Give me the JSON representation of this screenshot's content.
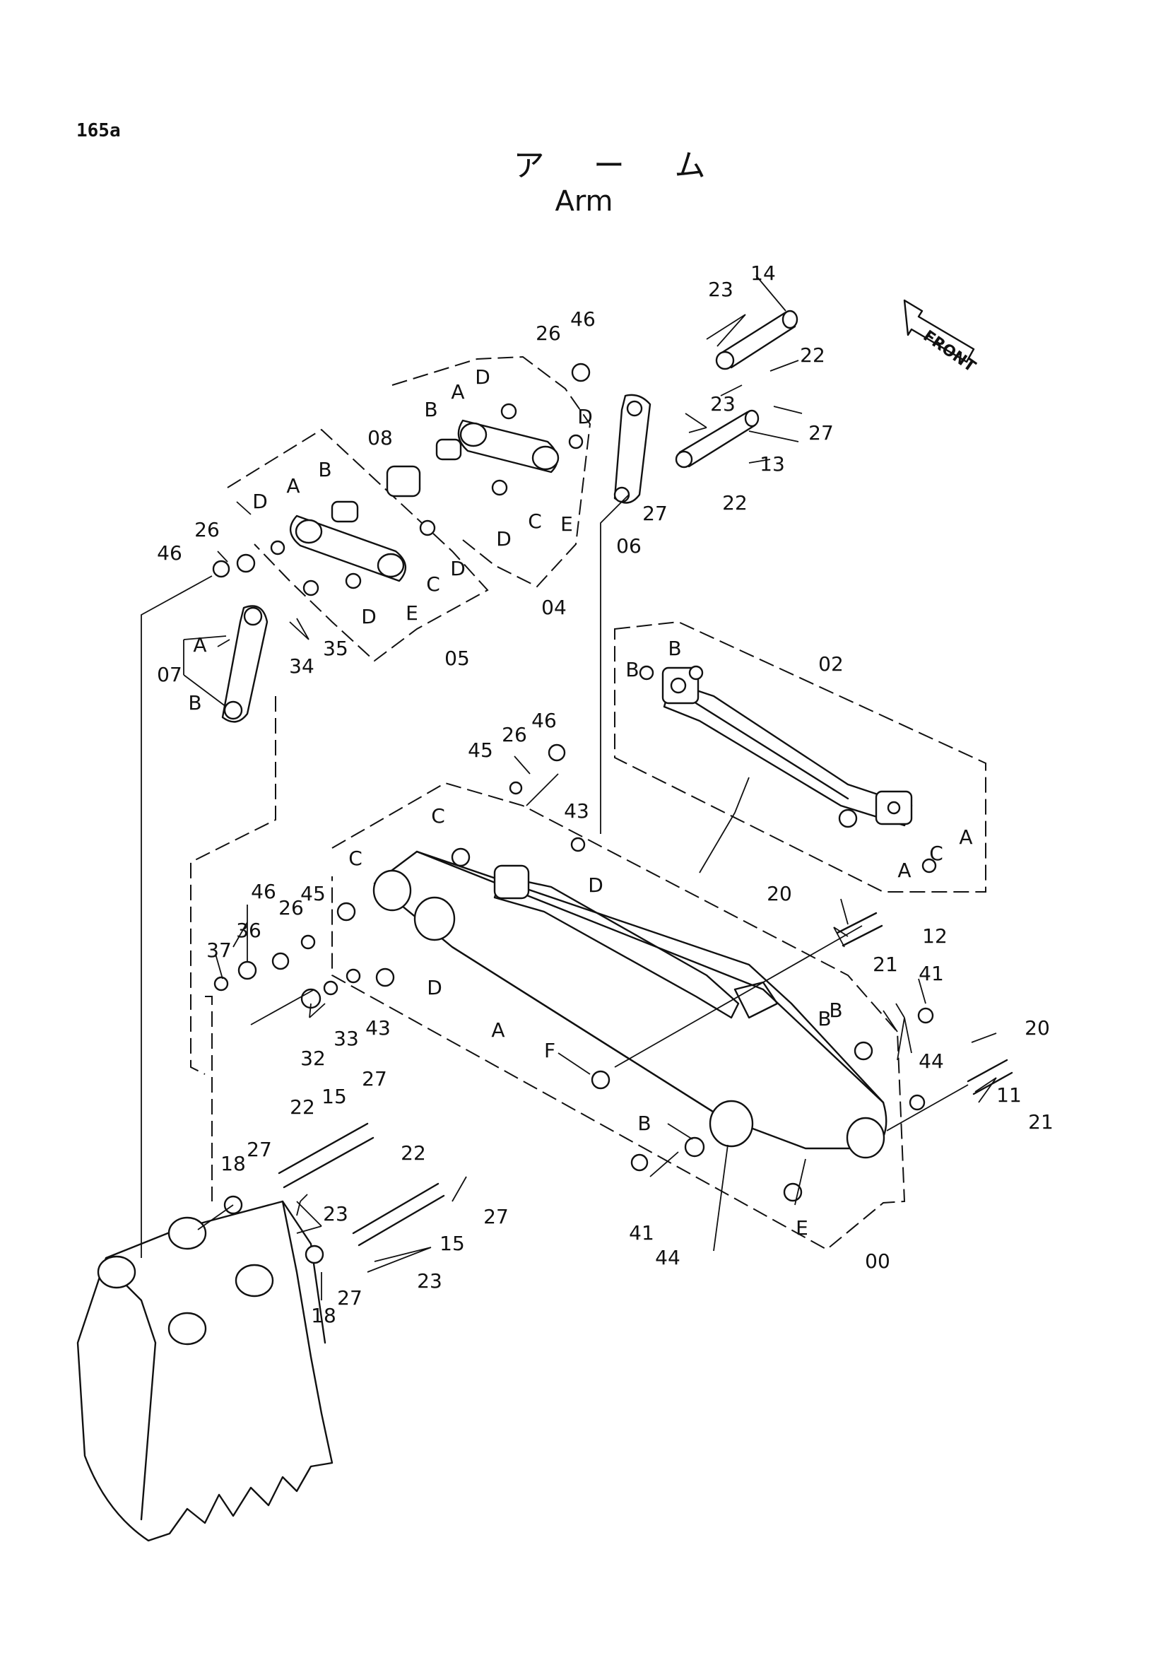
{
  "page_number": "165a",
  "title_japanese": "アーム",
  "title_english": "Arm",
  "front_marker": "FRONT",
  "labels": {
    "p00": "00",
    "p02": "02",
    "p04": "04",
    "p05": "05",
    "p06": "06",
    "p07": "07",
    "p08": "08",
    "p11": "11",
    "p12": "12",
    "p13": "13",
    "p14": "14",
    "p15a": "15",
    "p15b": "15",
    "p18a": "18",
    "p18b": "18",
    "p20a": "20",
    "p20b": "20",
    "p21a": "21",
    "p21b": "21",
    "p22a": "22",
    "p22b": "22",
    "p22c": "22",
    "p22d": "22",
    "p23a": "23",
    "p23b": "23",
    "p23c": "23",
    "p23d": "23",
    "p26a": "26",
    "p26b": "26",
    "p26c": "26",
    "p26d": "26",
    "p27a": "27",
    "p27b": "27",
    "p27c": "27",
    "p27d": "27",
    "p27e": "27",
    "p27f": "27",
    "p32": "32",
    "p33": "33",
    "p34": "34",
    "p35": "35",
    "p36": "36",
    "p37": "37",
    "p41a": "41",
    "p41b": "41",
    "p43a": "43",
    "p43b": "43",
    "p44a": "44",
    "p44b": "44",
    "p45a": "45",
    "p45b": "45",
    "p46a": "46",
    "p46b": "46",
    "p46c": "46",
    "p46d": "46",
    "A1": "A",
    "A2": "A",
    "A3": "A",
    "A4": "A",
    "A5": "A",
    "A6": "A",
    "B1": "B",
    "B2": "B",
    "B3": "B",
    "B4": "B",
    "B5": "B",
    "B6": "B",
    "B7": "B",
    "B8": "B",
    "C1": "C",
    "C2": "C",
    "C3": "C",
    "C4": "C",
    "C5": "C",
    "D1": "D",
    "D2": "D",
    "D3": "D",
    "D4": "D",
    "D5": "D",
    "D6": "D",
    "D7": "D",
    "D8": "D",
    "E1": "E",
    "E2": "E",
    "E3": "E",
    "F1": "F"
  }
}
